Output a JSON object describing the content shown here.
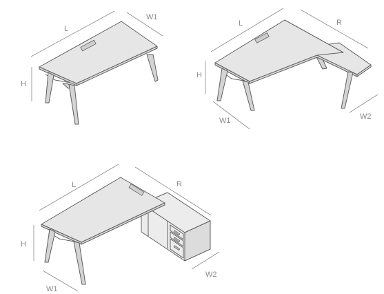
{
  "desk_straight": {
    "length_label": "L",
    "width_label": "W1",
    "height_label": "H"
  },
  "desk_corner": {
    "length_label": "L",
    "return_label": "R",
    "height_label": "H",
    "width1_label": "W1",
    "width2_label": "W2"
  },
  "desk_credenza": {
    "length_label": "L",
    "return_label": "R",
    "height_label": "H",
    "width1_label": "W1",
    "width2_label": "W2"
  },
  "colors": {
    "line": "#5f5f5f",
    "surface": "#e6e6e6",
    "leg": "#d4d4d4",
    "dimension": "#8a8a8a",
    "background": "#ffffff"
  }
}
